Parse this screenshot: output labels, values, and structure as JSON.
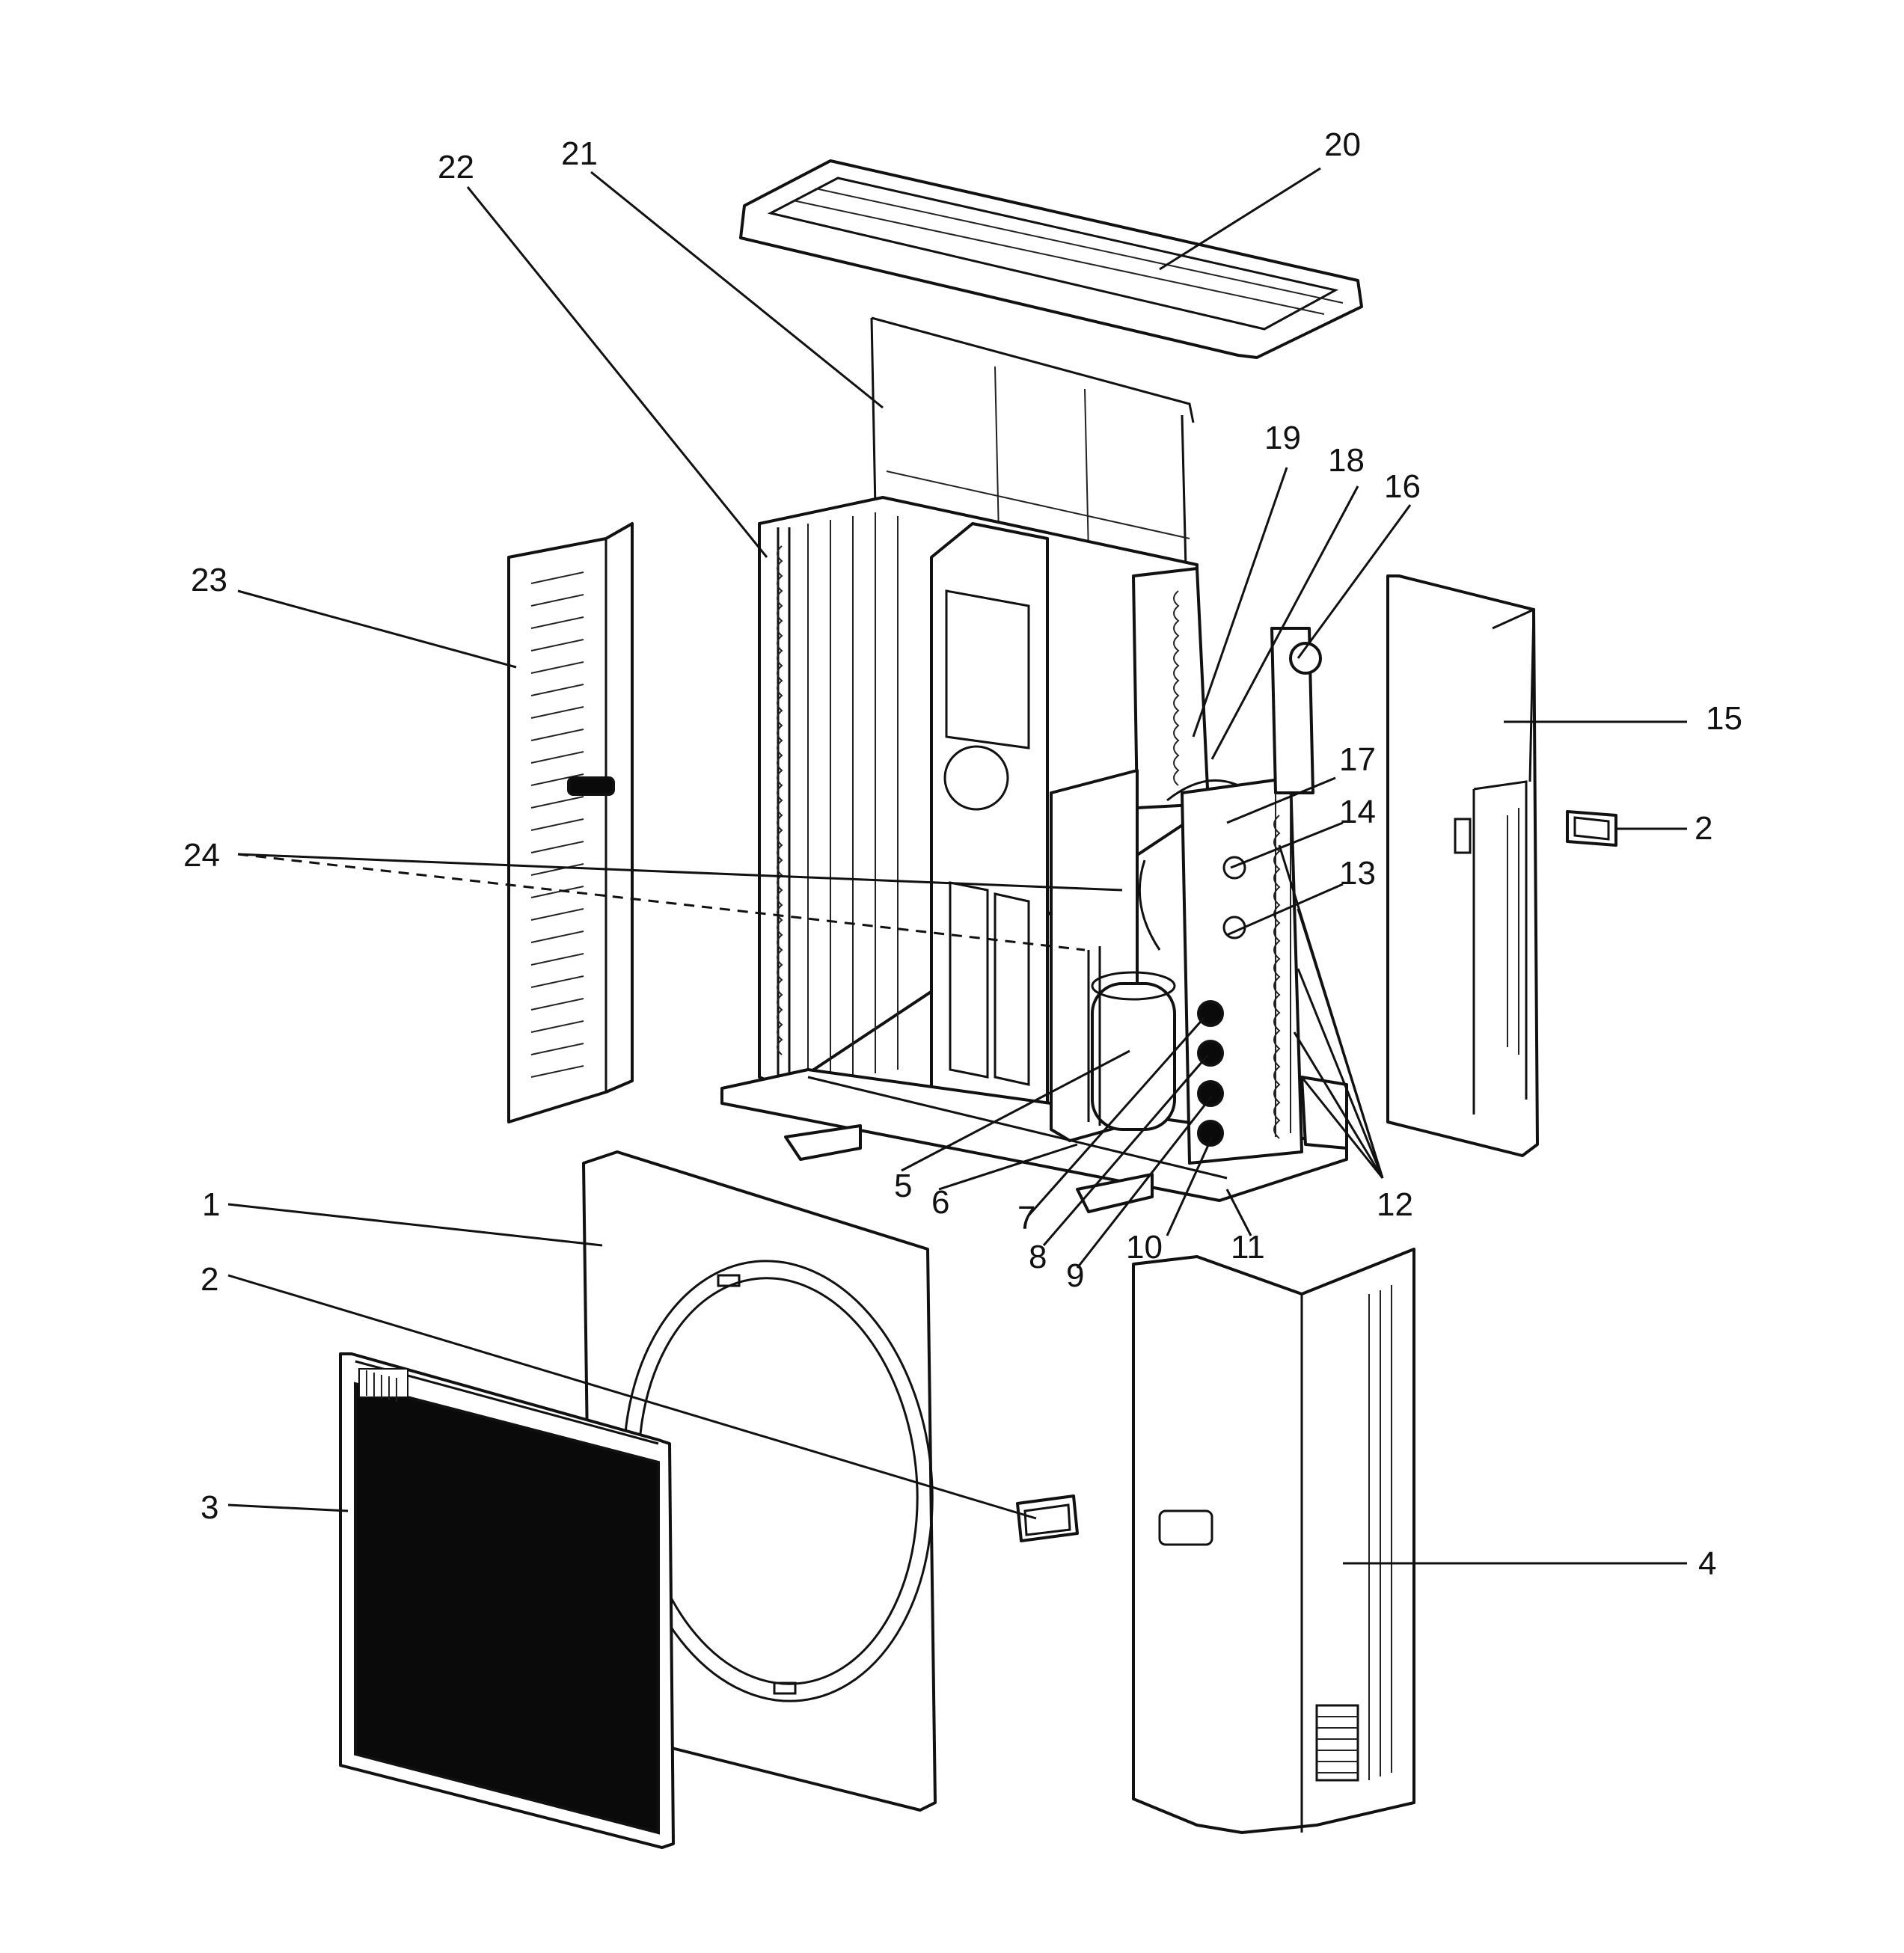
{
  "figure": {
    "type": "exploded-parts-diagram",
    "subject_icon": "air-conditioner-outdoor-unit",
    "line_color": "#111111",
    "background": "#ffffff"
  },
  "callouts": [
    {
      "id": "c1",
      "number": "1"
    },
    {
      "id": "c2a",
      "number": "2"
    },
    {
      "id": "c2b",
      "number": "2"
    },
    {
      "id": "c3",
      "number": "3"
    },
    {
      "id": "c4",
      "number": "4"
    },
    {
      "id": "c5",
      "number": "5"
    },
    {
      "id": "c6",
      "number": "6"
    },
    {
      "id": "c7",
      "number": "7"
    },
    {
      "id": "c8",
      "number": "8"
    },
    {
      "id": "c9",
      "number": "9"
    },
    {
      "id": "c10",
      "number": "10"
    },
    {
      "id": "c11",
      "number": "11"
    },
    {
      "id": "c12",
      "number": "12"
    },
    {
      "id": "c13",
      "number": "13"
    },
    {
      "id": "c14",
      "number": "14"
    },
    {
      "id": "c15",
      "number": "15"
    },
    {
      "id": "c16",
      "number": "16"
    },
    {
      "id": "c17",
      "number": "17"
    },
    {
      "id": "c18",
      "number": "18"
    },
    {
      "id": "c19",
      "number": "19"
    },
    {
      "id": "c20",
      "number": "20"
    },
    {
      "id": "c21",
      "number": "21"
    },
    {
      "id": "c22",
      "number": "22"
    },
    {
      "id": "c23",
      "number": "23"
    },
    {
      "id": "c24",
      "number": "24"
    }
  ]
}
